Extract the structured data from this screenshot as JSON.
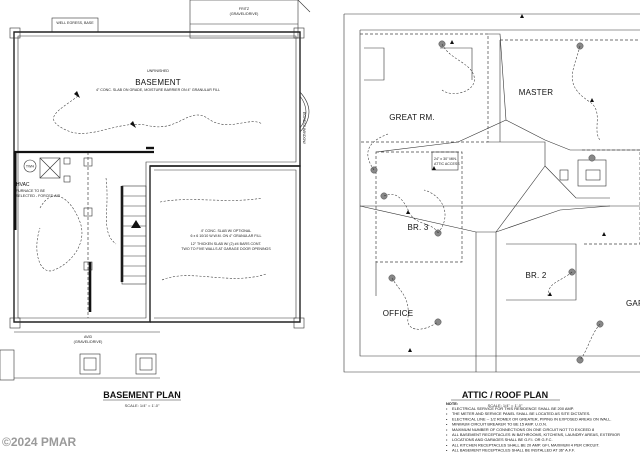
{
  "basement": {
    "top_label": "FRITZ",
    "top_sublabel": "(GRAVEL/DRIVE)",
    "egress_label": "WELL EGRESS, BASE",
    "window_label": "EGRESS WINDOW",
    "unfinished_label": "UNFINISHED",
    "room_label": "BASEMENT",
    "slab_note": "4\" CONC. SLAB ON GRADE, MOISTURE BARRIER ON 4\" GRANULAR FILL",
    "twh_label": "TWH",
    "hvac_label": "HVAC",
    "hvac_sub1": "FURNACE TO BE",
    "hvac_sub2": "SELECTED - FORCED AIR",
    "garage_note1": "4\" CONC. SLAB W/ OPTIONAL",
    "garage_note2": "6 x 6 10/10 W.W.M. ON 4\" GRANULAR FILL",
    "garage_note3": "12\" THICKEN SLAB W/ (2) #4 BARS CONT.",
    "garage_note4": "TWO TO FIVE WALLS AT GARAGE DOOR OPENINGS",
    "bottom_label": "AVID",
    "bottom_sublabel": "(GRAVEL/DRIVE)",
    "plan_title": "BASEMENT PLAN",
    "scale": "SCALE: 1/4\" = 1'-0\""
  },
  "attic": {
    "room_great": "GREAT RM.",
    "room_master": "MASTER",
    "room_br3": "BR. 3",
    "room_br2": "BR. 2",
    "room_office": "OFFICE",
    "room_gar": "GAR",
    "access_label": "24\" x 30\" MIN.",
    "access_sub": "ATTIC ACCESS",
    "plan_title": "ATTIC / ROOF PLAN",
    "scale": "SCALE: 1/4\" = 1'-0\""
  },
  "notes": {
    "heading": "NOTE:",
    "items": [
      "ELECTRICAL SERVICE FOR THIS RESIDENCE SHALL BE 200 AMP.",
      "THE METER AND SERVICE PANEL SHALL BE LOCATED AS SITE DICTATES.",
      "ELECTRICAL LINE -- 1/2 ROMEX OR GREATER, PIPING IN EXPOSED AREAS ON WALL.",
      "MINIMUM CIRCUIT BREAKER TO BE 15 AMP. U.O.N.",
      "MAXIMUM NUMBER OF CONNECTIONS ON ONE CIRCUIT NOT TO EXCEED 8",
      "ALL BASEMENT RECEPTACLES IN BATHROOMS, KITCHENS, LAUNDRY AREAS, EXTERIOR",
      "LOCATIONS AND GARAGES SHALL BE G.F.I. OR G.F.C.",
      "ALL KITCHEN RECEPTACLES SHALL BE 20 AMP. GFI, MAXIMUM 4 PER CIRCUIT.",
      "ALL BASEMENT RECEPTACLES SHALL BE INSTALLED AT 36\" A.F.F."
    ]
  },
  "watermark": "©2024 PMAR",
  "colors": {
    "ink": "#222222",
    "fixture": "#888888",
    "watermark": "#9a9a9a"
  }
}
